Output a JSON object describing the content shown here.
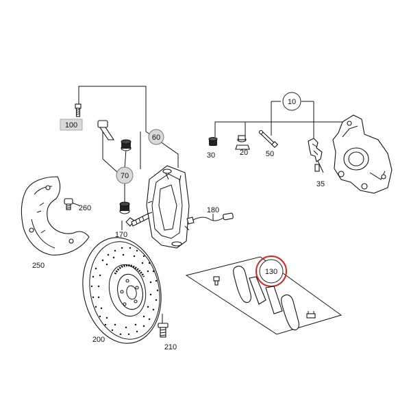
{
  "callouts": {
    "c10": "10",
    "c20": "20",
    "c30": "30",
    "c35": "35",
    "c50": "50",
    "c60": "60",
    "c70": "70",
    "c100": "100",
    "c130": "130",
    "c170": "170",
    "c180": "180",
    "c200": "200",
    "c210": "210",
    "c250": "250",
    "c260": "260"
  },
  "highlight": {
    "color": "#e0201c"
  },
  "callout_fill": "#d9d9d9"
}
